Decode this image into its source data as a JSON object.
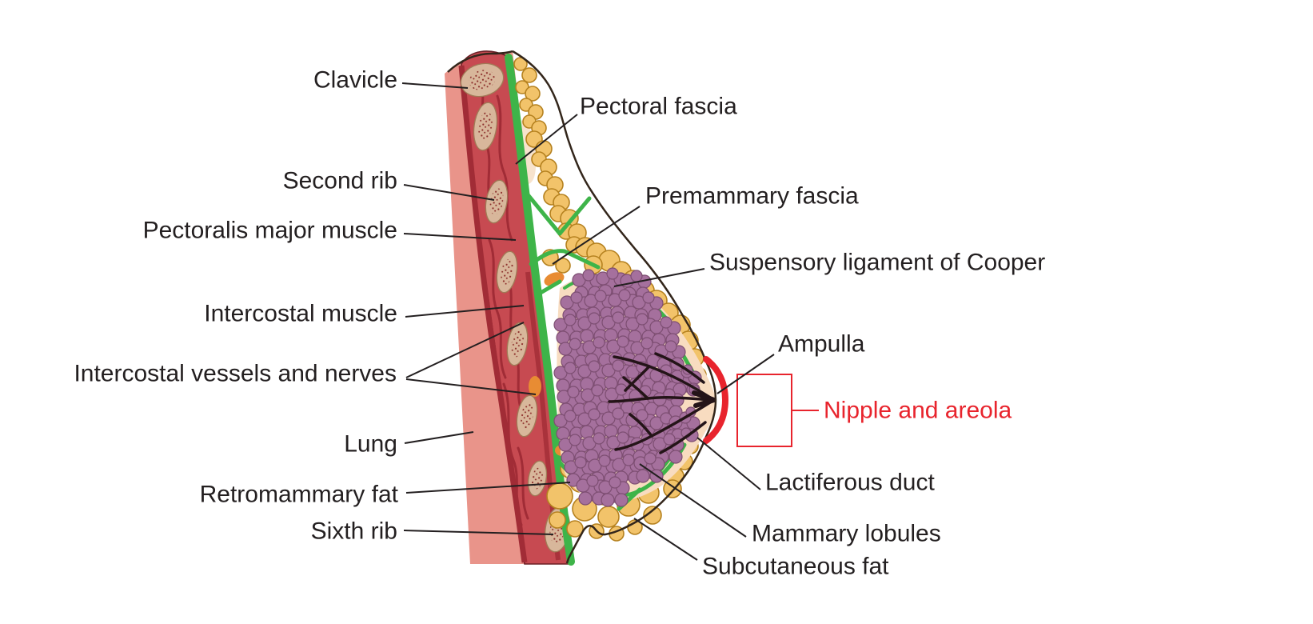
{
  "diagram": {
    "kind": "anatomical illustration, sagittal section of female breast and chest wall",
    "labels_left": [
      {
        "id": "clavicle",
        "text": "Clavicle"
      },
      {
        "id": "second-rib",
        "text": "Second rib"
      },
      {
        "id": "pectoralis-major-muscle",
        "text": "Pectoralis major muscle"
      },
      {
        "id": "intercostal-muscle",
        "text": "Intercostal muscle"
      },
      {
        "id": "intercostal-vessels-and-nerves",
        "text": "Intercostal vessels and nerves"
      },
      {
        "id": "lung",
        "text": "Lung"
      },
      {
        "id": "retromammary-fat",
        "text": "Retromammary fat"
      },
      {
        "id": "sixth-rib",
        "text": "Sixth rib"
      }
    ],
    "labels_right": [
      {
        "id": "pectoral-fascia",
        "text": "Pectoral fascia"
      },
      {
        "id": "premammary-fascia",
        "text": "Premammary fascia"
      },
      {
        "id": "suspensory-ligament-of-cooper",
        "text": "Suspensory ligament of Cooper"
      },
      {
        "id": "ampulla",
        "text": "Ampulla"
      },
      {
        "id": "nipple-and-areola",
        "text": "Nipple and areola",
        "highlighted": true
      },
      {
        "id": "lactiferous-duct",
        "text": "Lactiferous duct"
      },
      {
        "id": "mammary-lobules",
        "text": "Mammary lobules"
      },
      {
        "id": "subcutaneous-fat",
        "text": "Subcutaneous fat"
      }
    ],
    "palette": {
      "label_text": "#231f20",
      "accent_red": "#e8242d",
      "fascia_green": "#3eb449",
      "fat_yellow": "#f2c36a",
      "fat_outline": "#b5811f",
      "gland_peach": "#f8dcc0",
      "lobule_purple": "#a5709d",
      "duct_black": "#241418",
      "muscle_red": "#c74a51",
      "muscle_dark_red": "#a12c36",
      "lung_pink": "#e9948a",
      "bone_tan": "#d8b79b",
      "skin_outline": "#33261b",
      "background": "#ffffff"
    }
  }
}
